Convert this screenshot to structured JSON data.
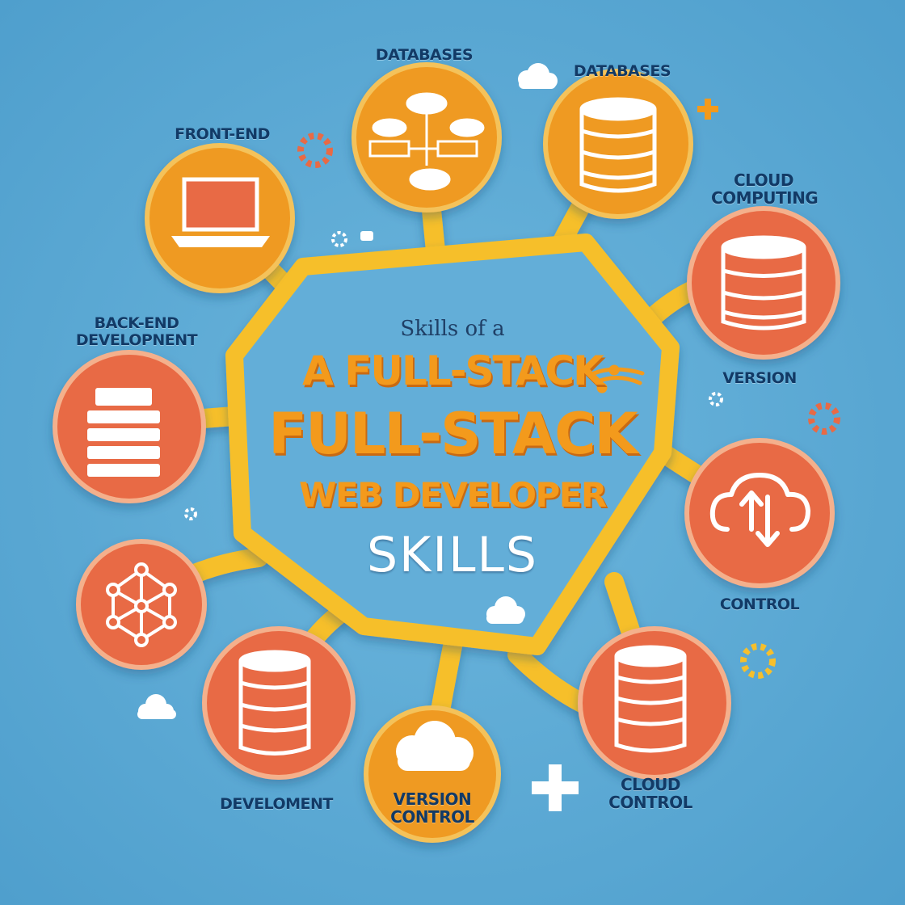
{
  "title": {
    "pre": "Skills of a",
    "line1": "A FULL-STACK",
    "line2": "FULL-STACK",
    "line3": "WEB DEVELOPER",
    "line4": "SKILLS"
  },
  "nodes": [
    {
      "id": "databases-1",
      "label": "DATABASES",
      "icon": "cloud-network-icon",
      "color": "orange"
    },
    {
      "id": "databases-2",
      "label": "DATABASES",
      "icon": "database-icon",
      "color": "orange"
    },
    {
      "id": "front-end",
      "label": "FRONT-END",
      "icon": "laptop-icon",
      "color": "orange"
    },
    {
      "id": "cloud-computing",
      "label": "CLOUD COMPUTING",
      "icon": "database-icon",
      "color": "red"
    },
    {
      "id": "back-end",
      "label": "BACK-END DEVELOPNENT",
      "icon": "server-stack-icon",
      "color": "red"
    },
    {
      "id": "version",
      "label": "VERSION",
      "icon": "cloud-upload-download-icon",
      "color": "red"
    },
    {
      "id": "network",
      "label": "",
      "icon": "network-graph-icon",
      "color": "red"
    },
    {
      "id": "control",
      "label": "CONTROL",
      "icon": "database-icon",
      "color": "red"
    },
    {
      "id": "develoment",
      "label": "DEVELOMENT",
      "icon": "database-icon",
      "color": "red"
    },
    {
      "id": "version-control",
      "label": "VERSION CONTROL",
      "icon": "cloud-icon",
      "color": "orange"
    },
    {
      "id": "cloud-control",
      "label": "CLOUD CONTROL",
      "icon": "",
      "color": "red"
    }
  ],
  "colors": {
    "background": "#58a9d6",
    "connector": "#f6bf2c",
    "orange": "#ef9a22",
    "red": "#e86a45",
    "text": "#123a66"
  },
  "decor": [
    "cloud-icon",
    "gear-icon",
    "plus-icon"
  ]
}
